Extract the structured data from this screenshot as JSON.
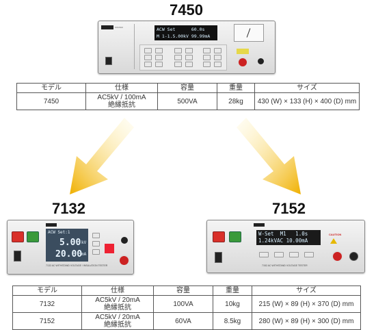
{
  "models": {
    "top": "7450",
    "left": "7132",
    "right": "7152"
  },
  "table_headers": [
    "モデル",
    "仕様",
    "容量",
    "重量",
    "サイズ"
  ],
  "table_top": {
    "rows": [
      {
        "model": "7450",
        "spec_line1": "AC5kV / 100mA",
        "spec_line2": "絶縁抵抗",
        "capacity": "500VA",
        "weight": "28kg",
        "size": "430 (W) × 133 (H) × 400 (D) mm"
      }
    ]
  },
  "table_bottom": {
    "rows": [
      {
        "model": "7132",
        "spec_line1": "AC5kV / 20mA",
        "spec_line2": "絶縁抵抗",
        "capacity": "100VA",
        "weight": "10kg",
        "size": "215 (W) × 89 (H) × 370 (D) mm"
      },
      {
        "model": "7152",
        "spec_line1": "AC5kV / 20mA",
        "spec_line2": "絶縁抵抗",
        "capacity": "60VA",
        "weight": "8.5kg",
        "size": "280 (W) × 89 (H) × 300 (D) mm"
      }
    ]
  },
  "device_7450": {
    "brand": "KIKUSUI",
    "lcd_line1": "ACW Set      60.0s",
    "lcd_line2": "M 1-1.5.00kV 99.99mA"
  },
  "device_7132": {
    "brand": "KIKUSUI",
    "lcd_line1": "ACW Set:1",
    "lcd_value1": "5.00",
    "lcd_unit1": "kV",
    "lcd_value2": "20.00",
    "lcd_unit2": "mA",
    "footer": "7132 AC WITHSTAND VOLTAGE / INSULATION TESTER"
  },
  "device_7152": {
    "brand": "KIKUSUI",
    "lcd_line1": "W-Set  M1   1.0s",
    "lcd_line2": "1.24kVAC 10.00mA",
    "footer": "7152 AC WITHSTAND VOLTAGE TESTER",
    "caution": "CAUTION"
  },
  "colors": {
    "arrow_start": "#ffe680",
    "arrow_end": "#f2b400",
    "reset_red": "#d9302a",
    "test_green": "#3a9a3a"
  }
}
